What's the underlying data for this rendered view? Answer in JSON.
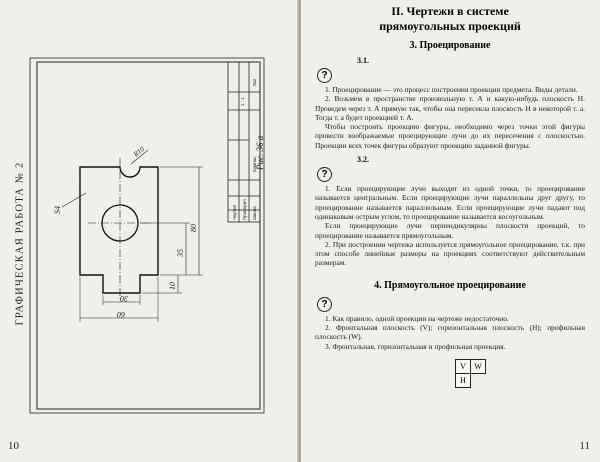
{
  "left_page": {
    "title": "ГРАФИЧЕСКАЯ РАБОТА № 2",
    "figure_caption": "Рис. 36 а",
    "page_number": "10",
    "drawing": {
      "dims": {
        "d30": "30",
        "d60": "60",
        "d10": "10",
        "d35": "35",
        "d80": "80",
        "r10": "R10",
        "s4": "S4"
      },
      "stamp": {
        "r1": "Чертил",
        "r2": "Проверил",
        "r3": "Школа",
        "c1": "1 : 1",
        "c2": "№2",
        "c3": "Компас"
      }
    }
  },
  "right_page": {
    "section_title_1": "II. Чертежи в системе",
    "section_title_2": "прямоугольных проекций",
    "sub1": "3. Проецирование",
    "sec31": "3.1.",
    "p31": [
      "1. Проецирование — это процесс построения проекции предмета. Виды детали.",
      "2. Возьмем в пространстве произвольную т. А и какую-нибудь плоскость Н. Проведем через т. А прямую так, чтобы она пересекла плоскость Н в некоторой т. а. Тогда т. а будет проекцией т. А.",
      "Чтобы построить проекцию фигуры, необходимо через точки этой фигуры провести воображаемые проецирующие лучи до их пересечения с плоскостью. Проекции всех точек фигуры образуют проекцию заданной фигуры."
    ],
    "sec32": "3.2.",
    "p32": [
      "1. Если проецирующие лучи выходят из одной точки, то проецирование называется центральным. Если проецирующие лучи параллельны друг другу, то проецирование называется параллельным. Если проецирующие лучи падают под одинаковым острым углом, то проецирование называется косоугольным.",
      "Если проецирующие лучи перпендикулярны плоскости проекций, то проецирование называется прямоугольным.",
      "2. При построении чертежа используется прямоугольное проецирование, т.к. при этом способе линейные размеры на проекциях соответствуют действительным размерам."
    ],
    "sub2": "4. Прямоугольное проецирование",
    "p4": [
      "1. Как правило, одной проекции на чертеже недостаточно.",
      "2. Фронтальная плоскость (V); горизонтальная плоскость (Н); профильная плоскость (W).",
      "3. Фронтальная, горизонтальная и профильная проекция."
    ],
    "box_v": "V",
    "box_w": "W",
    "box_h": "H",
    "page_number": "11"
  }
}
